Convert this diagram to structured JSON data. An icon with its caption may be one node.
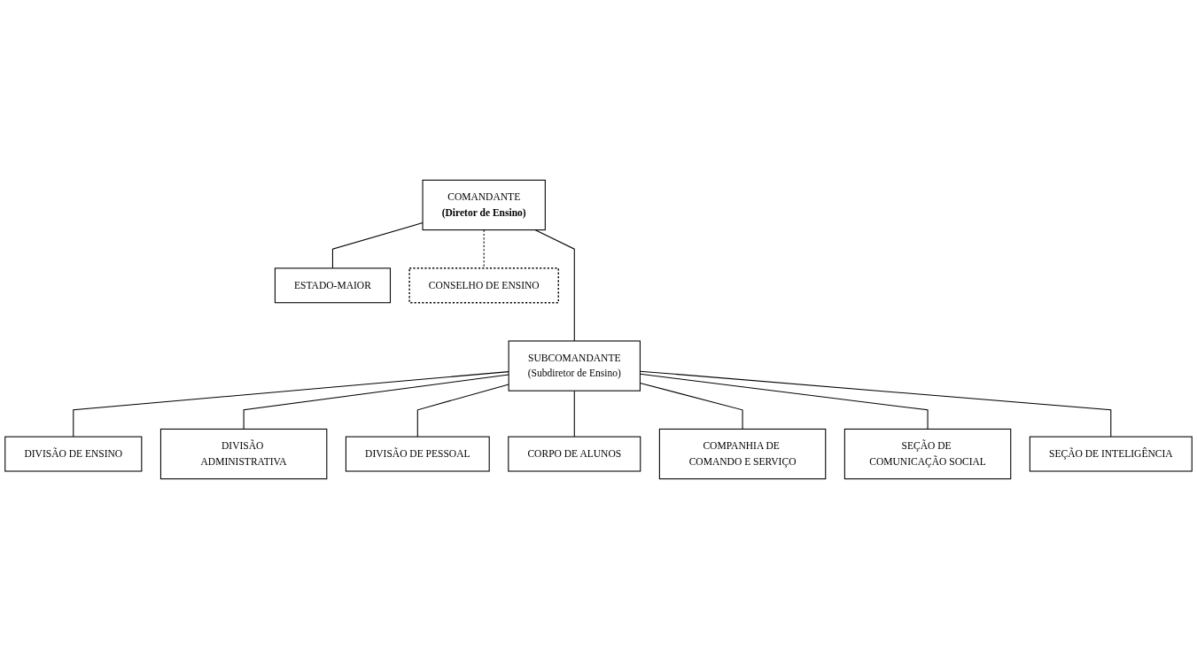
{
  "diagram": {
    "nodes": [
      {
        "text": [
          "COMANDANTE",
          "(Diretor de Ensino)"
        ]
      },
      {
        "text": [
          "ESTADO-MAIOR"
        ]
      },
      {
        "text": [
          "CONSELHO DE ENSINO"
        ]
      },
      {
        "text": [
          "SUBCOMANDANTE",
          "(Subdiretor de Ensino)"
        ]
      },
      {
        "text": [
          "DIVISÃO DE ENSINO"
        ]
      },
      {
        "text": [
          "DIVISÃO ADMINISTRATIVA"
        ]
      },
      {
        "text": [
          "DIVISÃO DE PESSOAL"
        ]
      },
      {
        "text": [
          "CORPO DE ALUNOS"
        ]
      },
      {
        "text": [
          "COMPANHIA DE COMANDO E SERVIÇO"
        ]
      },
      {
        "text": [
          "SEÇÃO DE COMUNICAÇÃO SOCIAL"
        ]
      },
      {
        "text": [
          "SEÇÃO DE INTELIGÊNCIA"
        ]
      }
    ],
    "edges": [
      {
        "from": 0,
        "to": 1,
        "arrow": "none"
      },
      {
        "from": 0,
        "to": 3,
        "arrow": "none"
      },
      {
        "from": 0,
        "to": 2,
        "arrow": "none",
        "style": "dashed"
      },
      {
        "from": 3,
        "to": 4,
        "arrow": "none"
      },
      {
        "from": 3,
        "to": 5,
        "arrow": "none"
      },
      {
        "from": 3,
        "to": 6,
        "arrow": "none"
      },
      {
        "from": 3,
        "to": 7,
        "arrow": "none"
      },
      {
        "from": 3,
        "to": 8,
        "arrow": "none"
      },
      {
        "from": 3,
        "to": 9,
        "arrow": "none"
      },
      {
        "from": 3,
        "to": 10,
        "arrow": "none"
      }
    ]
  }
}
